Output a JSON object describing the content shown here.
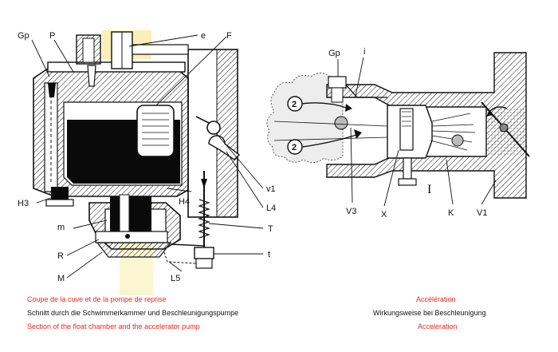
{
  "left_figure": {
    "labels": {
      "Gp": "Gp",
      "P": "P",
      "e": "e",
      "F": "F",
      "v1": "v1",
      "L4": "L4",
      "H4": "H4",
      "H3": "H3",
      "m": "m",
      "T": "T",
      "t": "t",
      "R": "R",
      "M": "M",
      "L5": "L5"
    },
    "caption_fr": "Coupe de la cuve et de la pompe de reprise",
    "caption_de": "Schnitt durch die Schwimmerkammer und Beschleunigungspumpe",
    "caption_en": "Section of the float chamber and the accelerator pump"
  },
  "right_figure": {
    "labels": {
      "Gp": "Gp",
      "i": "i",
      "V3": "V3",
      "X": "X",
      "K": "K",
      "V1": "V1",
      "roman": "I",
      "arrow1": "2",
      "arrow2": "2"
    },
    "caption_fr": "Accélération",
    "caption_de": "Wirkungsweise bei Beschleunigung",
    "caption_en": "Acceleration"
  },
  "colors": {
    "caption_red": "#e8281e",
    "ink": "#111111",
    "fuel": "#0a0a0a",
    "paper": "#ffffff",
    "stain": "#f6e27a"
  }
}
